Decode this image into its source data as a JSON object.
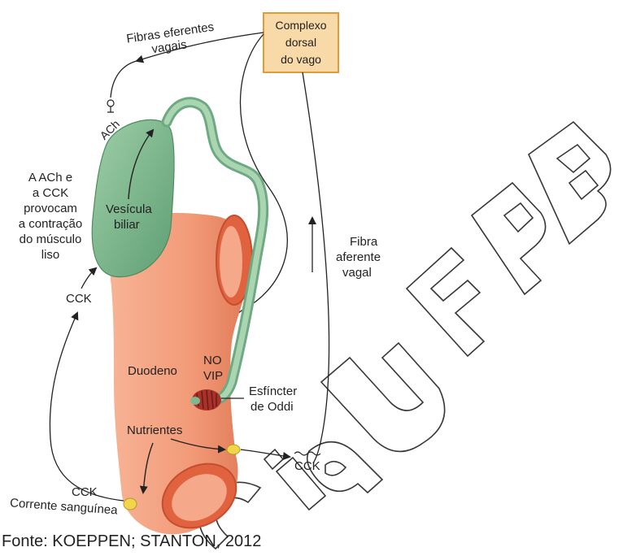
{
  "diagram": {
    "box_title": [
      "Complexo",
      "dorsal",
      "do vago"
    ],
    "efferent_label": [
      "Fibras eferentes",
      "vagais"
    ],
    "ach_label": "ACh",
    "contraction_text": [
      "A ACh e",
      "a CCK",
      "provocam",
      "a contração",
      "do músculo",
      "liso"
    ],
    "gallbladder_label": [
      "Vesícula",
      "biliar"
    ],
    "afferent_label": [
      "Fibra",
      "aferente",
      "vagal"
    ],
    "cck_left": "CCK",
    "duodenum_label": "Duodeno",
    "neuro_labels": [
      "NO",
      "VIP"
    ],
    "sphincter_label": [
      "Esfíncter",
      "de Oddi"
    ],
    "nutrients_label": "Nutrientes",
    "cck_bottom_left": "CCK",
    "bloodstream_label": "Corrente sanguínea",
    "cck_right": "CCK",
    "source": "Fonte: KOEPPEN; STANTON, 2012",
    "watermark": "Cia UFPB"
  },
  "colors": {
    "box_fill": "#f8d9a8",
    "box_stroke": "#e59a3a",
    "gallbladder": "#7fb890",
    "duodenum": "#f29a78",
    "duodenum_dark": "#e0623e",
    "sphincter": "#a8322a"
  }
}
